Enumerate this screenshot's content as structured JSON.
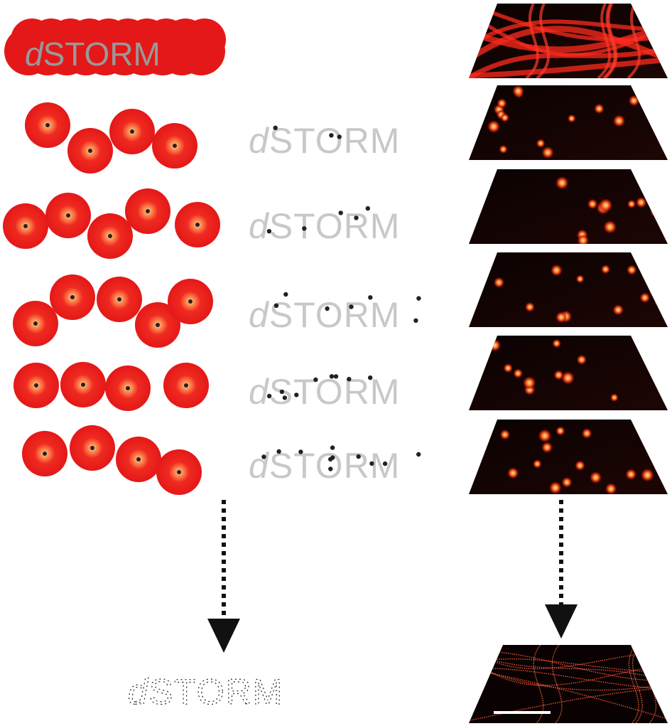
{
  "label_word": {
    "italic_part": "d",
    "upright_part": "STORM"
  },
  "panels": {
    "frame_count": 6,
    "final_frame": "reconstructed filament image with scale bar"
  },
  "colors": {
    "emitter_red": "#e61e1e",
    "emitter_core": "#ffb070",
    "gray_text": "#c8c8c8",
    "arrow": "#111111",
    "frame_bg": "#120403",
    "filament": "#ff3a28"
  }
}
